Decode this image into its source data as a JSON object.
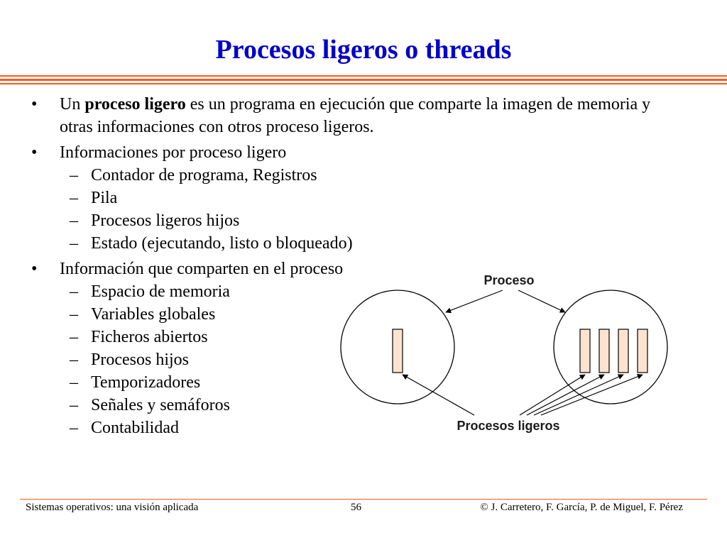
{
  "slide": {
    "title": "Procesos ligeros o threads",
    "bullet_glyph": "•",
    "dash_glyph": "–",
    "bullets": [
      {
        "lead": "Un ",
        "bold": "proceso ligero",
        "rest": " es un programa en ejecución que comparte la imagen de memoria y otras informaciones con otros proceso ligeros.",
        "subitems": []
      },
      {
        "lead": "Informaciones por proceso ligero",
        "subitems": [
          "Contador de programa, Registros",
          "Pila",
          "Procesos ligeros hijos",
          "Estado (ejecutando, listo o bloqueado)"
        ]
      },
      {
        "lead": "Información que comparten en el proceso",
        "subitems": [
          "Espacio de memoria",
          "Variables globales",
          "Ficheros abiertos",
          "Procesos hijos",
          "Temporizadores",
          "Señales y semáforos",
          "Contabilidad"
        ]
      }
    ]
  },
  "diagram": {
    "label_top": "Proceso",
    "label_bottom": "Procesos ligeros",
    "circle_fill": "#ffffff",
    "thread_fill": "#fbe3cf"
  },
  "footer": {
    "left": "Sistemas operativos: una visión aplicada",
    "page": "56",
    "right": "© J. Carretero, F. García, P. de Miguel, F. Pérez"
  },
  "colors": {
    "title": "#0000cc",
    "rule": "#ff5a1f"
  }
}
